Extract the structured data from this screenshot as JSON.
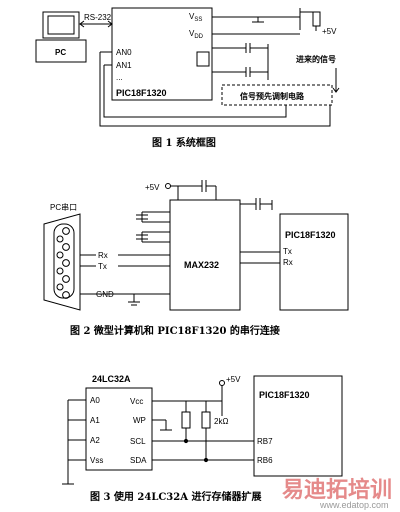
{
  "figure1": {
    "pc": "PC",
    "rs232": "RS-232",
    "an0": "AN0",
    "an1": "AN1",
    "dots": "...",
    "vss": "V",
    "vss_sub": "SS",
    "vdd": "V",
    "vdd_sub": "DD",
    "chip": "PIC18F1320",
    "plus5v": "+5V",
    "incoming_signal": "进来的信号",
    "precondition": "信号预先调制电路",
    "caption": "图 1   系统框图"
  },
  "figure2": {
    "pc_port": "PC串口",
    "plus5v": "+5V",
    "max232": "MAX232",
    "chip": "PIC18F1320",
    "rx_left": "Rx",
    "tx_left": "Tx",
    "gnd": "GND",
    "tx_right": "Tx",
    "rx_right": "Rx",
    "caption": "图 2   微型计算机和 PIC18F1320 的串行连接"
  },
  "figure3": {
    "eeprom": "24LC32A",
    "a0": "A0",
    "a1": "A1",
    "a2": "A2",
    "vss": "Vss",
    "vcc": "Vcc",
    "wp": "WP",
    "scl": "SCL",
    "sda": "SDA",
    "plus5v": "+5V",
    "resistor": "2kΩ",
    "chip": "PIC18F1320",
    "rb7": "RB7",
    "rb6": "RB6",
    "caption": "图 3   使用 24LC32A 进行存储器扩展"
  },
  "watermark": {
    "brand": "易迪拓培训",
    "url": "www.edatop.com"
  }
}
